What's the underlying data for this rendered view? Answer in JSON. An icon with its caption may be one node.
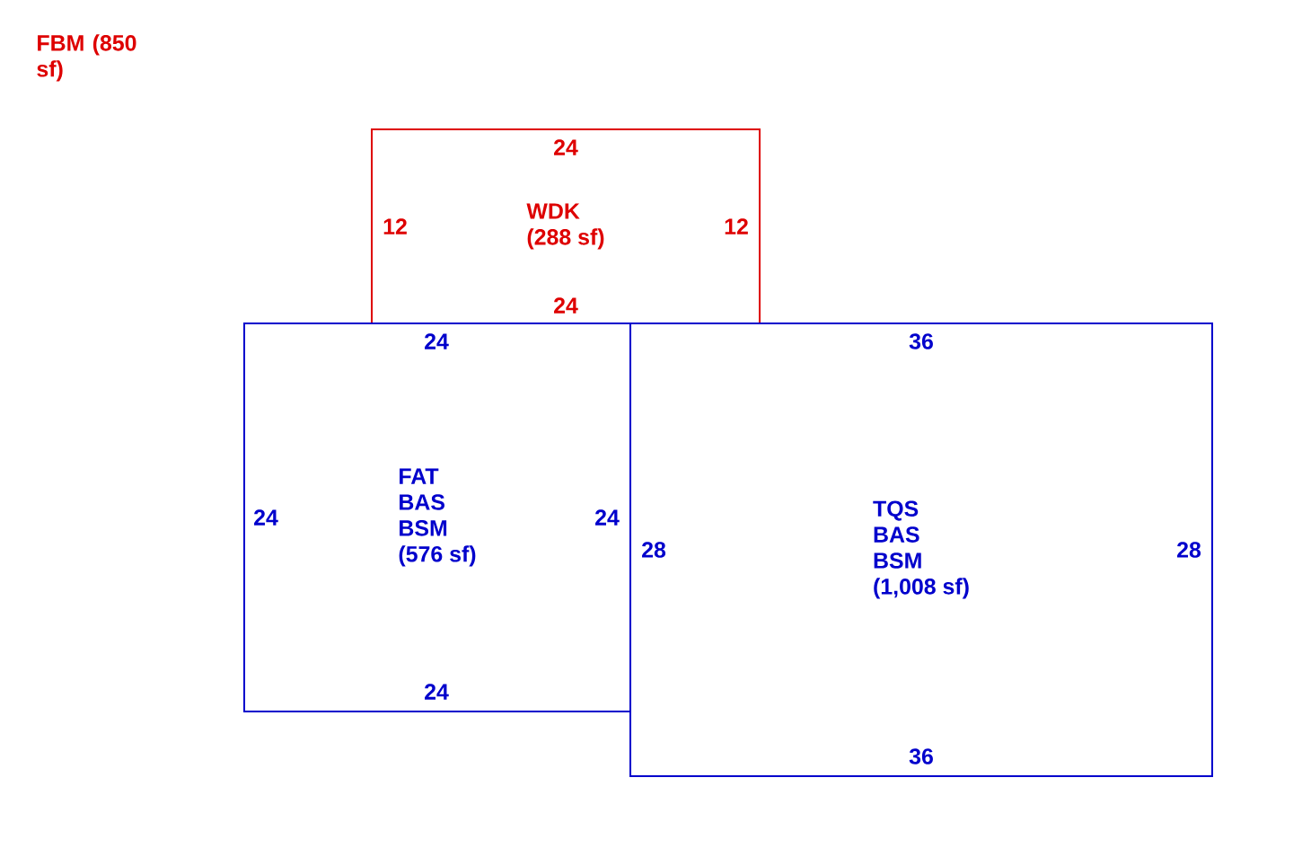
{
  "diagram": {
    "nodes": [
      {
        "text": [
          "WDK",
          "(288 sf)"
        ]
      },
      {
        "text": [
          "FAT",
          "BAS",
          "BSM",
          "(576 sf)"
        ]
      },
      {
        "text": [
          "TQS",
          "BAS",
          "BSM",
          "(1,008 sf)"
        ]
      }
    ],
    "labels": [
      "FBM (850 sf)",
      "24",
      "12",
      "12",
      "24",
      "24",
      "36",
      "24",
      "24",
      "28",
      "28",
      "24",
      "36"
    ]
  }
}
